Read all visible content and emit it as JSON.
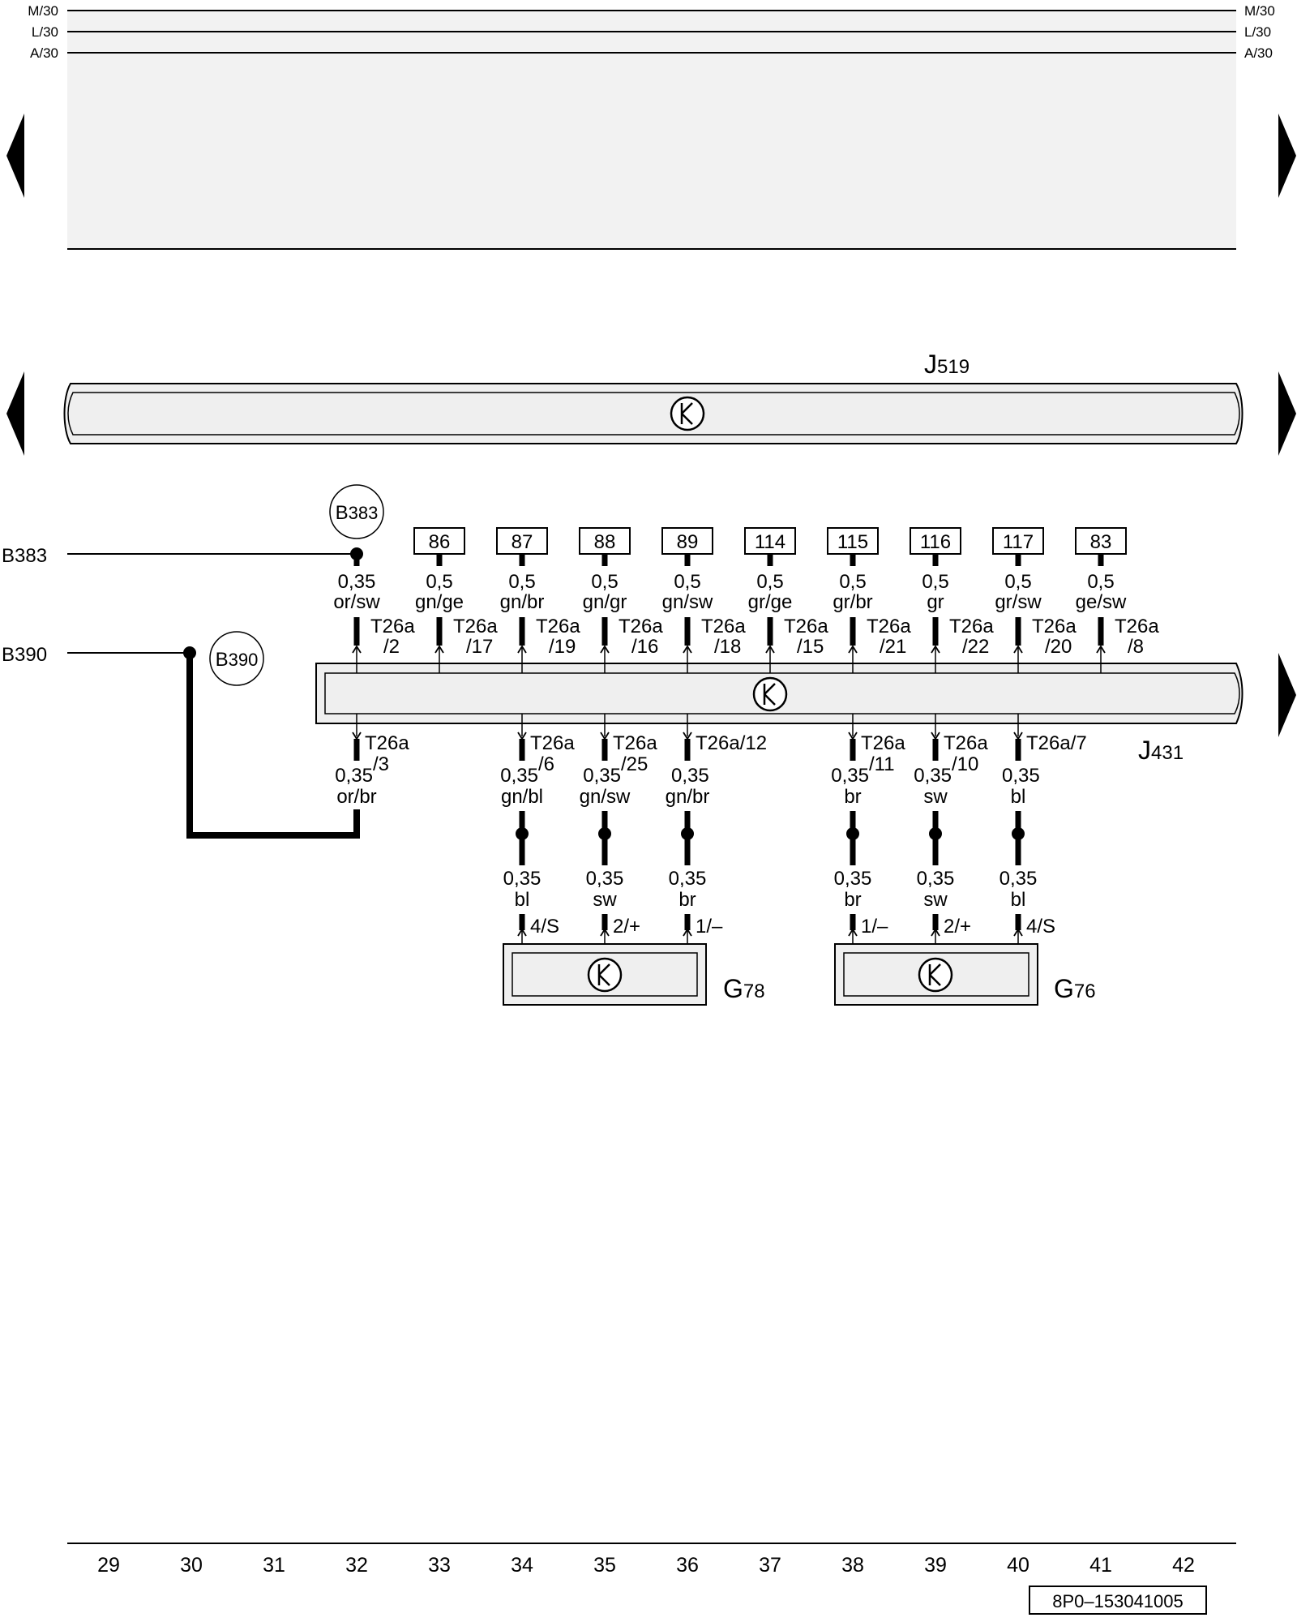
{
  "rails": [
    "M/30",
    "L/30",
    "A/30"
  ],
  "components": {
    "J519": {
      "prefix": "J",
      "suffix": "519"
    },
    "J431": {
      "prefix": "J",
      "suffix": "431"
    },
    "G78": {
      "prefix": "G",
      "suffix": "78"
    },
    "G76": {
      "prefix": "G",
      "suffix": "76"
    }
  },
  "grounds": [
    {
      "id": "B383",
      "prefix": "B",
      "suffix": "383"
    },
    {
      "id": "B390",
      "prefix": "B",
      "suffix": "390"
    }
  ],
  "top_pins": [
    {
      "box": "",
      "size": "0,35",
      "color": "or/sw",
      "conn": "T26a",
      "pin": "/2"
    },
    {
      "box": "86",
      "size": "0,5",
      "color": "gn/ge",
      "conn": "T26a",
      "pin": "/17"
    },
    {
      "box": "87",
      "size": "0,5",
      "color": "gn/br",
      "conn": "T26a",
      "pin": "/19"
    },
    {
      "box": "88",
      "size": "0,5",
      "color": "gn/gr",
      "conn": "T26a",
      "pin": "/16"
    },
    {
      "box": "89",
      "size": "0,5",
      "color": "gn/sw",
      "conn": "T26a",
      "pin": "/18"
    },
    {
      "box": "114",
      "size": "0,5",
      "color": "gr/ge",
      "conn": "T26a",
      "pin": "/15"
    },
    {
      "box": "115",
      "size": "0,5",
      "color": "gr/br",
      "conn": "T26a",
      "pin": "/21"
    },
    {
      "box": "116",
      "size": "0,5",
      "color": "gr",
      "conn": "T26a",
      "pin": "/22"
    },
    {
      "box": "117",
      "size": "0,5",
      "color": "gr/sw",
      "conn": "T26a",
      "pin": "/20"
    },
    {
      "box": "83",
      "size": "0,5",
      "color": "ge/sw",
      "conn": "T26a",
      "pin": "/8"
    }
  ],
  "bottom_pins": [
    {
      "conn": "T26a",
      "pin": "/3",
      "size": "0,35",
      "color": "or/br"
    },
    {
      "conn": "T26a",
      "pin": "/6",
      "size": "0,35",
      "color": "gn/bl",
      "lower_size": "0,35",
      "lower_color": "bl",
      "device_pin": "4/S"
    },
    {
      "conn": "T26a",
      "pin": "/25",
      "size": "0,35",
      "color": "gn/sw",
      "lower_size": "0,35",
      "lower_color": "sw",
      "device_pin": "2/+"
    },
    {
      "conn": "T26a/12",
      "pin": "",
      "size": "0,35",
      "color": "gn/br",
      "lower_size": "0,35",
      "lower_color": "br",
      "device_pin": "1/–"
    },
    {
      "conn": "T26a",
      "pin": "/11",
      "size": "0,35",
      "color": "br",
      "lower_size": "0,35",
      "lower_color": "br",
      "device_pin": "1/–"
    },
    {
      "conn": "T26a",
      "pin": "/10",
      "size": "0,35",
      "color": "sw",
      "lower_size": "0,35",
      "lower_color": "sw",
      "device_pin": "2/+"
    },
    {
      "conn": "T26a/7",
      "pin": "",
      "size": "0,35",
      "color": "bl",
      "lower_size": "0,35",
      "lower_color": "bl",
      "device_pin": "4/S"
    }
  ],
  "columns": [
    "29",
    "30",
    "31",
    "32",
    "33",
    "34",
    "35",
    "36",
    "37",
    "38",
    "39",
    "40",
    "41",
    "42"
  ],
  "reference": "8P0–153041005",
  "colors": {
    "line": "#000000",
    "band": "#f2f2f2",
    "module": "#efefef"
  }
}
